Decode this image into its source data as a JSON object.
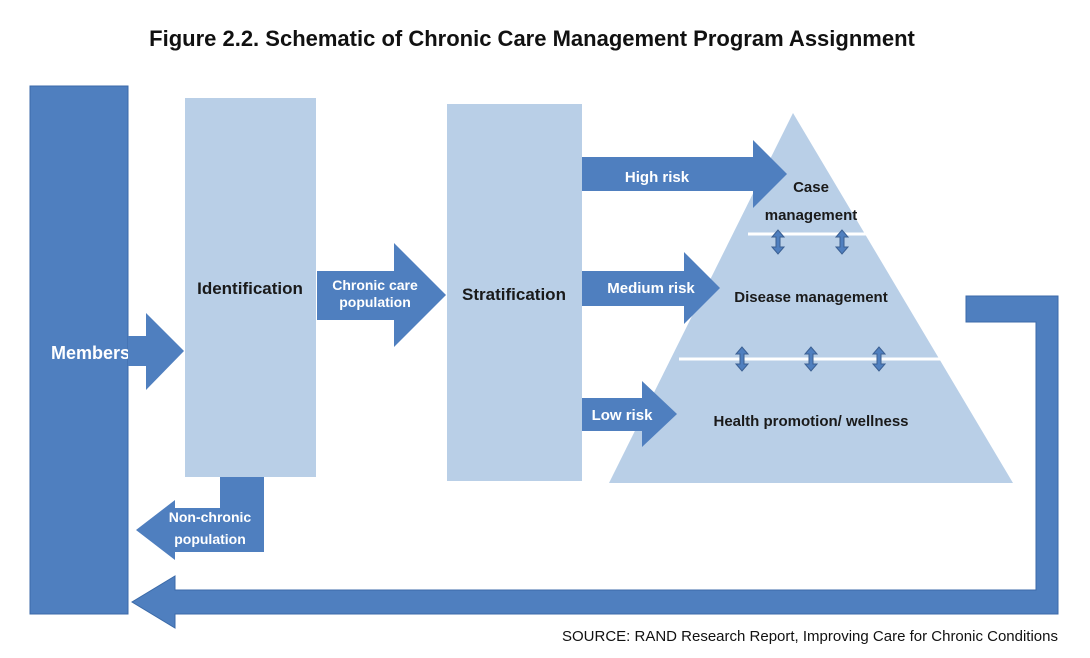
{
  "title": "Figure 2.2. Schematic of Chronic Care Management Program Assignment",
  "source": "SOURCE: RAND Research Report, Improving Care for Chronic Conditions",
  "colors": {
    "dark_blue": "#4f7fbf",
    "light_blue": "#b9cfe7",
    "text_dark": "#1a1a1a",
    "text_light": "#ffffff"
  },
  "nodes": {
    "membership": "Membership",
    "identification": "Identification",
    "stratification": "Stratification",
    "case_management_line1": "Case",
    "case_management_line2": "management",
    "disease_management": "Disease management",
    "health_promotion": "Health promotion/ wellness"
  },
  "arrows": {
    "chronic_care_line1": "Chronic care",
    "chronic_care_line2": "population",
    "non_chronic_line1": "Non-chronic",
    "non_chronic_line2": "population",
    "high_risk": "High risk",
    "medium_risk": "Medium risk",
    "low_risk": "Low risk"
  }
}
